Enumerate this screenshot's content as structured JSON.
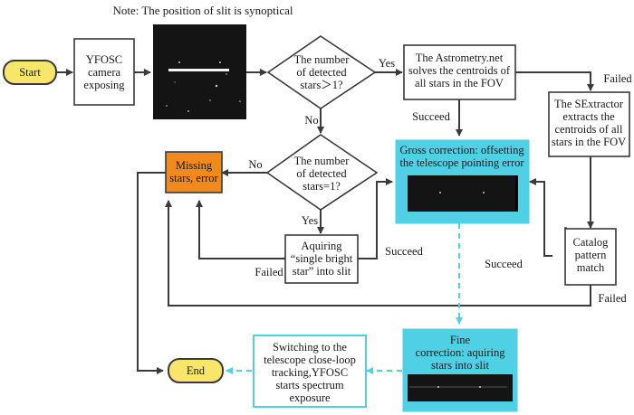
{
  "note": "Note: The position of slit is synoptical",
  "nodes": {
    "start": "Start",
    "camera": [
      "YFOSC",
      "camera",
      "exposing"
    ],
    "decision1": [
      "The number",
      "of detected",
      "stars＞1?"
    ],
    "astrometry": [
      "The Astrometry.net",
      "solves the centroids of",
      "all stars in the FOV"
    ],
    "sextractor": [
      "The SExtractor",
      "extracts the",
      "centroids of all",
      "stars in the FOV"
    ],
    "decision2": [
      "The number",
      "of detected",
      "stars=1?"
    ],
    "missing": [
      "Missing",
      "stars, error"
    ],
    "gross": [
      "Gross correction: offsetting",
      "the telescope pointing error"
    ],
    "acquiring": [
      "Aquiring",
      "“single bright",
      "star” into slit"
    ],
    "catalog": [
      "Catalog",
      "pattern",
      "match"
    ],
    "fine": [
      "Fine",
      "correction: aquiring",
      "stars into slit"
    ],
    "switching": [
      "Switching to the",
      "telescope close-loop",
      "tracking,YFOSC",
      "starts spectrum",
      "exposure"
    ],
    "end": "End"
  },
  "edge_labels": {
    "yes1": "Yes",
    "no1": "No",
    "failed_astrometry": "Failed",
    "succeed_astrometry": "Succeed",
    "no2": "No",
    "yes2": "Yes",
    "failed_acquiring": "Failed",
    "succeed_acquiring": "Succeed",
    "succeed_catalog": "Succeed",
    "failed_catalog": "Failed"
  },
  "colors": {
    "terminal": "#f7e66a",
    "error": "#f08a1c",
    "highlight": "#4fd0e4",
    "line": "#3a3a3a"
  }
}
